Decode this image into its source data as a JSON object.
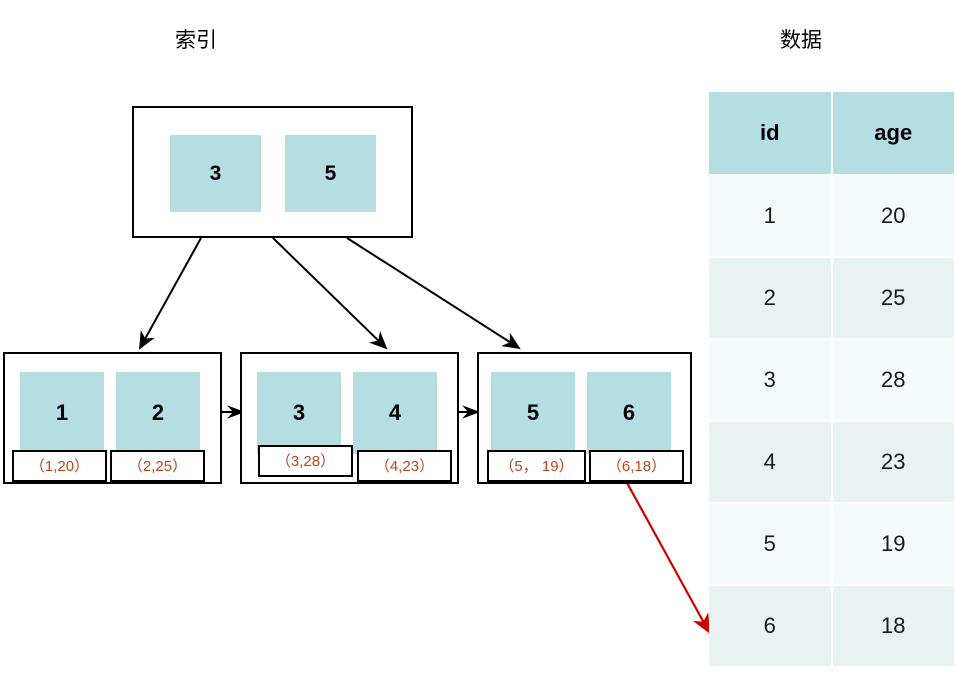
{
  "captions": {
    "index": "索引",
    "data": "数据"
  },
  "tree": {
    "root": {
      "keys": [
        "3",
        "5"
      ]
    },
    "leaves": [
      {
        "cells": [
          {
            "key": "1",
            "tuple": "（1,20）"
          },
          {
            "key": "2",
            "tuple": "（2,25）"
          }
        ]
      },
      {
        "cells": [
          {
            "key": "3",
            "tuple": "（3,28）"
          },
          {
            "key": "4",
            "tuple": "（4,23）"
          }
        ]
      },
      {
        "cells": [
          {
            "key": "5",
            "tuple": "（5， 19）"
          },
          {
            "key": "6",
            "tuple": "（6,18）"
          }
        ]
      }
    ]
  },
  "table": {
    "columns": [
      "id",
      "age"
    ],
    "rows": [
      [
        "1",
        "20"
      ],
      [
        "2",
        "25"
      ],
      [
        "3",
        "28"
      ],
      [
        "4",
        "23"
      ],
      [
        "5",
        "19"
      ],
      [
        "6",
        "18"
      ]
    ]
  },
  "colors": {
    "key_fill": "#b5dee3",
    "header_fill": "#b5dee3",
    "row_light": "#f4f9fa",
    "row_dark": "#e8f2f3",
    "tuple_text": "#b4491c",
    "pointer_arrow": "#cc0000",
    "tree_arrow": "#000000"
  }
}
